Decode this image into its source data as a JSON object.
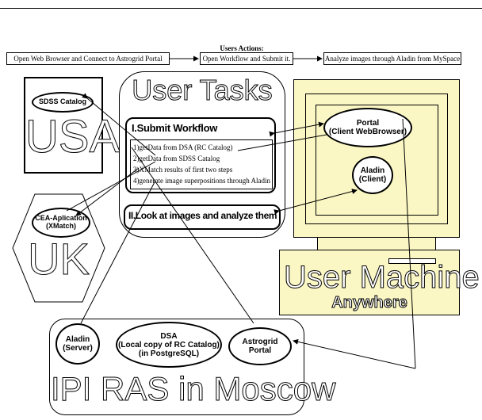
{
  "users_actions": {
    "title": "Users Actions:",
    "steps": [
      "Open Web Browser and Connect to Astrogrid Portal",
      "Open Workflow and Submit it.",
      "Analyze images through Aladin from MySpace"
    ]
  },
  "usa": {
    "label": "USA",
    "catalog": "SDSS Catalog"
  },
  "uk": {
    "label": "UK",
    "cea_line1": "CEA-Aplication",
    "cea_line2": "(XMatch)"
  },
  "user_tasks": {
    "title": "User Tasks",
    "submit_title": "I.Submit Workflow",
    "steps": [
      "1)getData from DSA (RC Catalog)",
      "2)getData from SDSS Catalog",
      "3)XMatch results of first two steps",
      "4)generate image superpositions through Aladin"
    ],
    "look_title": "II.Look at images and analyze them"
  },
  "user_machine": {
    "portal_line1": "Portal",
    "portal_line2": "(Client WebBrowser)",
    "aladin_line1": "Aladin",
    "aladin_line2": "(Client)",
    "label": "User Machine",
    "sublabel": "Anywhere"
  },
  "moscow": {
    "label": "IPI RAS in Moscow",
    "aladin_line1": "Aladin",
    "aladin_line2": "(Server)",
    "dsa_line1": "DSA",
    "dsa_line2": "(Local copy of RC Catalog)",
    "dsa_line3": "(in PostgreSQL)",
    "astrogrid_line1": "Astrogrid",
    "astrogrid_line2": "Portal"
  },
  "colors": {
    "machine_fill": "#fbf7c4",
    "line": "#000000"
  }
}
